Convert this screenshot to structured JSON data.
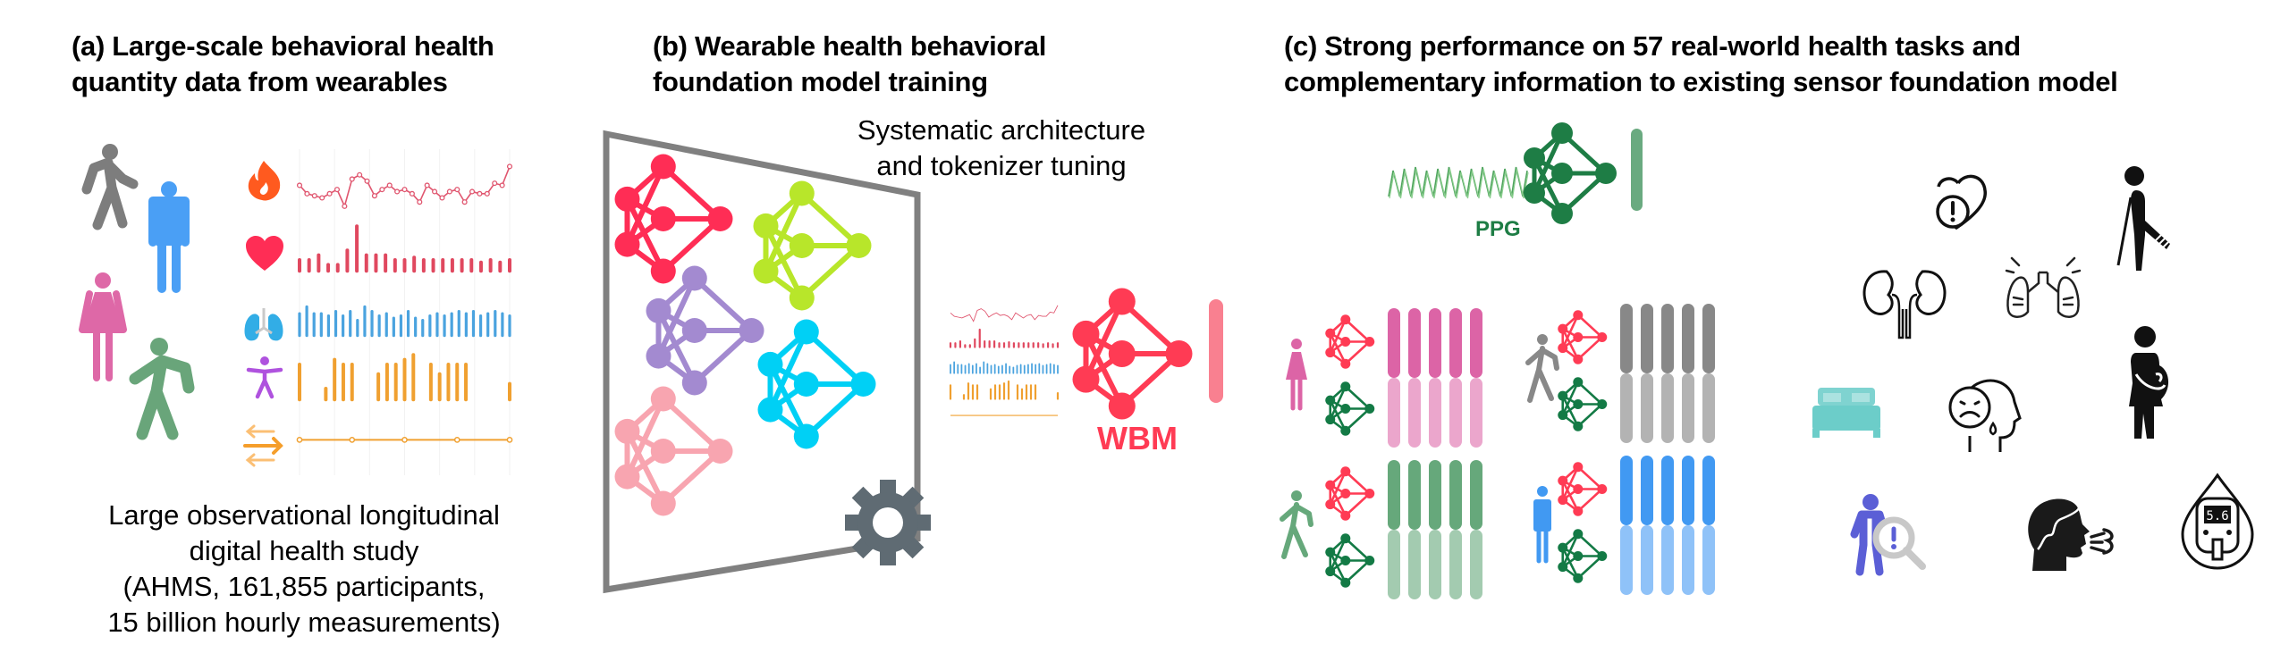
{
  "panels": {
    "a": {
      "title_line1": "(a) Large-scale behavioral health",
      "title_line2": "quantity data  from wearables",
      "caption_lines": [
        "Large observational longitudinal",
        "digital health study",
        "(AHMS, 161,855 participants,",
        "15 billion hourly measurements)"
      ],
      "people_icons": [
        "walking-person-gray",
        "standing-man-blue",
        "standing-woman-pink",
        "walking-person-green"
      ],
      "signal_rows": [
        {
          "icon": "flame-icon",
          "color": "#ff5a1f",
          "chart": "line",
          "series_color": "#e0566f"
        },
        {
          "icon": "heart-icon",
          "color": "#ff2d55",
          "chart": "bar",
          "series_color": "#e0485f"
        },
        {
          "icon": "lungs-icon",
          "color": "#32ade6",
          "chart": "bar",
          "series_color": "#4aa3df"
        },
        {
          "icon": "accessibility-person-icon",
          "color": "#af52de",
          "chart": "bar",
          "series_color": "#f0a030"
        },
        {
          "icon": "exchange-arrows-icon",
          "color": "#f59e2b",
          "chart": "line-flat",
          "series_color": "#f0a030"
        }
      ]
    },
    "b": {
      "title_line1": "(b) Wearable health behavioral",
      "title_line2": "foundation model training",
      "subtitle_line1": "Systematic architecture",
      "subtitle_line2": "and tokenizer tuning",
      "candidate_models": [
        {
          "color": "#ff2d55"
        },
        {
          "color": "#b8e62a"
        },
        {
          "color": "#a38ad0"
        },
        {
          "color": "#00d0f5"
        },
        {
          "color": "#f8a5b0"
        }
      ],
      "model_label": "WBM",
      "model_color": "#ff3b54",
      "embedding_color": "#f98090",
      "gear_color": "#5f6b73"
    },
    "c": {
      "title_line1": "(c) Strong performance on 57 real-world health tasks and",
      "title_line2": "complementary information to existing sensor foundation model",
      "sensor_label": "PPG",
      "sensor_color": "#1e7d45",
      "groups": [
        {
          "person": "standing-woman",
          "top_color": "#dc64a6",
          "bottom_color": "#eba6cc"
        },
        {
          "person": "walking-person",
          "top_color": "#888888",
          "bottom_color": "#b3b3b3"
        },
        {
          "person": "walking-person-green",
          "top_color": "#66a87b",
          "bottom_color": "#a3cbb0"
        },
        {
          "person": "standing-man",
          "top_color": "#4199f2",
          "bottom_color": "#8fc2f8"
        }
      ],
      "task_icons": [
        "heart-warning-icon",
        "kidneys-icon",
        "lungs-outline-icon",
        "person-crutch-icon",
        "bed-icon",
        "sad-head-icon",
        "pregnant-woman-icon",
        "person-search-icon",
        "breathing-head-icon",
        "glucose-meter-icon"
      ],
      "glucose_reading": "5.6"
    }
  }
}
